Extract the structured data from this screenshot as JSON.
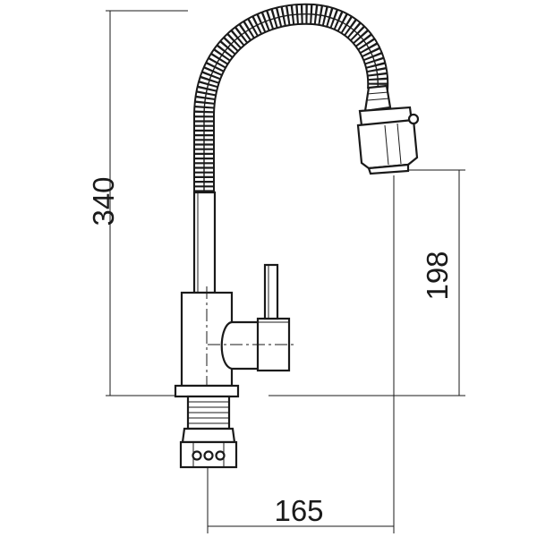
{
  "dimensions": {
    "total_height": "340",
    "spout_height": "198",
    "reach": "165"
  },
  "colors": {
    "line": "#1a1a1a",
    "background": "#ffffff"
  }
}
